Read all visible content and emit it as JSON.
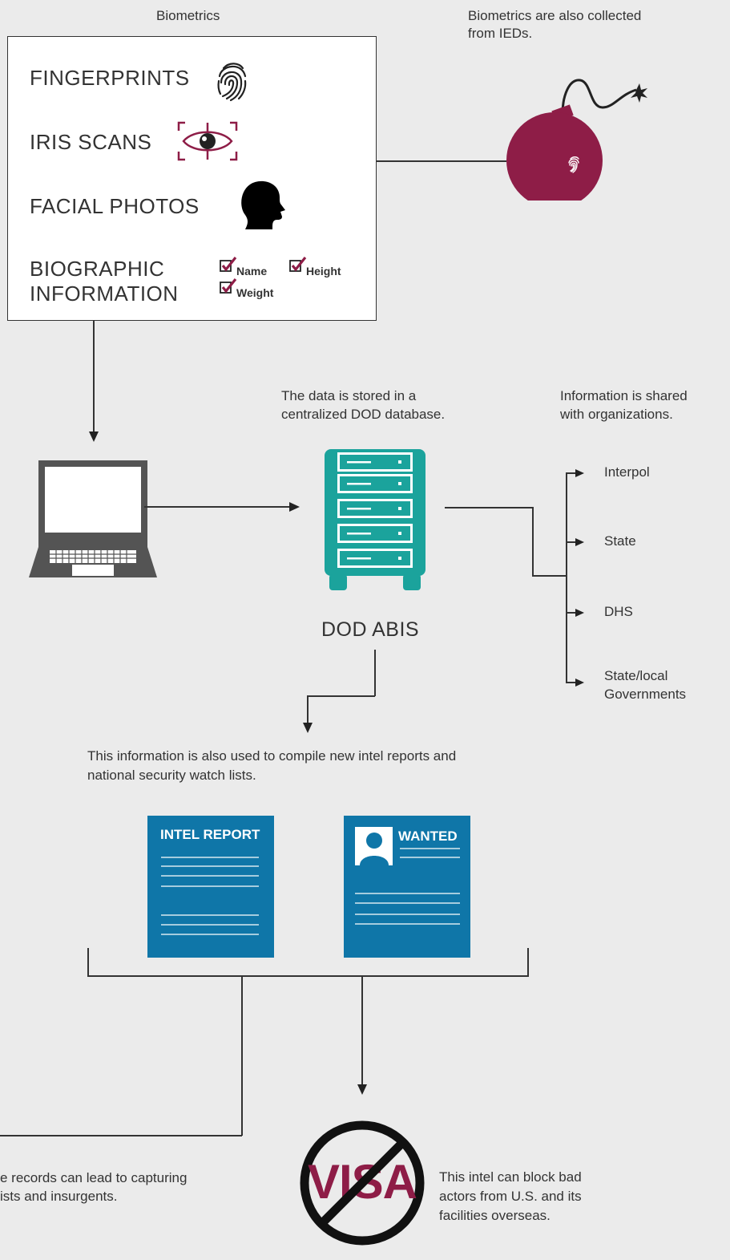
{
  "biometrics": {
    "caption": "Biometrics",
    "items": [
      "FINGERPRINTS",
      "IRIS SCANS",
      "FACIAL PHOTOS"
    ],
    "biographic_line1": "BIOGRAPHIC",
    "biographic_line2": "INFORMATION",
    "checks": [
      "Name",
      "Height",
      "Weight"
    ]
  },
  "ied": {
    "caption_line1": "Biometrics are also collected",
    "caption_line2": "from IEDs."
  },
  "database": {
    "caption_line1": "The data is stored in a",
    "caption_line2": "centralized DOD database.",
    "label": "DOD ABIS"
  },
  "sharing": {
    "caption_line1": "Information is shared",
    "caption_line2": "with organizations.",
    "orgs": [
      "Interpol",
      "State",
      "DHS"
    ],
    "org4_line1": "State/local",
    "org4_line2": "Governments"
  },
  "reports": {
    "caption_line1": "This information is also used to compile new intel reports and",
    "caption_line2": "national security watch lists.",
    "intel_title": "INTEL REPORT",
    "wanted_title": "WANTED"
  },
  "outcomes": {
    "capture_line1": "e records can lead to capturing",
    "capture_line2": "ists and insurgents.",
    "visa_text": "VISA",
    "block_line1": "This intel can block bad",
    "block_line2": "actors from U.S. and its",
    "block_line3": "facilities overseas."
  },
  "colors": {
    "maroon": "#8e1d47",
    "teal": "#1ba39c",
    "blue": "#0f76a8",
    "dark": "#333333",
    "laptop": "#545454"
  }
}
